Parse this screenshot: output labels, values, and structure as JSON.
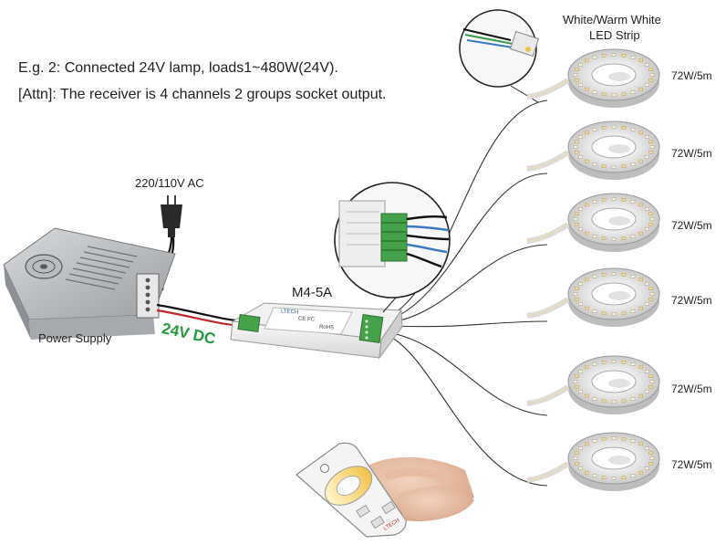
{
  "headline": {
    "line1": "E.g. 2: Connected 24V lamp, loads1~480W(24V).",
    "line2": "[Attn]: The receiver is 4 channels 2 groups socket output."
  },
  "ac_label": "220/110V AC",
  "power_supply_label": "Power Supply",
  "dc_label": "24V DC",
  "controller": {
    "model": "M4-5A",
    "brand": "LTECH",
    "cert": "CE FC",
    "rohs": "RoHS"
  },
  "strip_title": {
    "line1": "White/Warm White",
    "line2": "LED Strip"
  },
  "strips": [
    {
      "watt": "72W/5m"
    },
    {
      "watt": "72W/5m"
    },
    {
      "watt": "72W/5m"
    },
    {
      "watt": "72W/5m"
    },
    {
      "watt": "72W/5m"
    },
    {
      "watt": "72W/5m"
    }
  ],
  "remote": {
    "brand": "LTECH"
  },
  "colors": {
    "dc_green": "#1f9a3a",
    "strip_warm": "#f2d9a0",
    "strip_cool": "#f4f4f4"
  }
}
